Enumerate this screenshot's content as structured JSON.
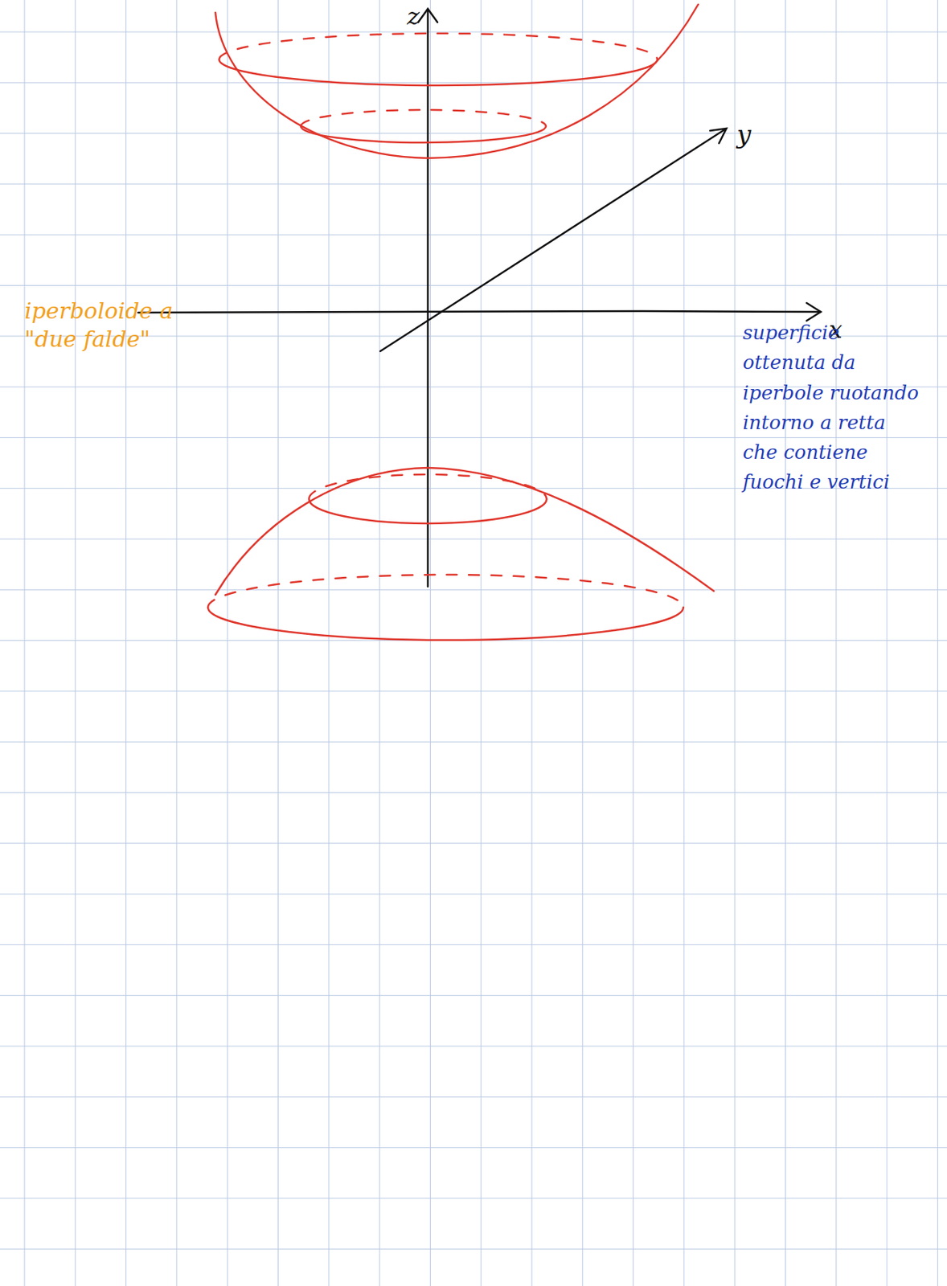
{
  "diagram": {
    "labels": [
      "z",
      "y",
      "x",
      "iperboloide a \"due falde\"",
      "superficie ottenuta da iperbole ruotando intorno a retta che contiene fuochi e vertici"
    ]
  }
}
